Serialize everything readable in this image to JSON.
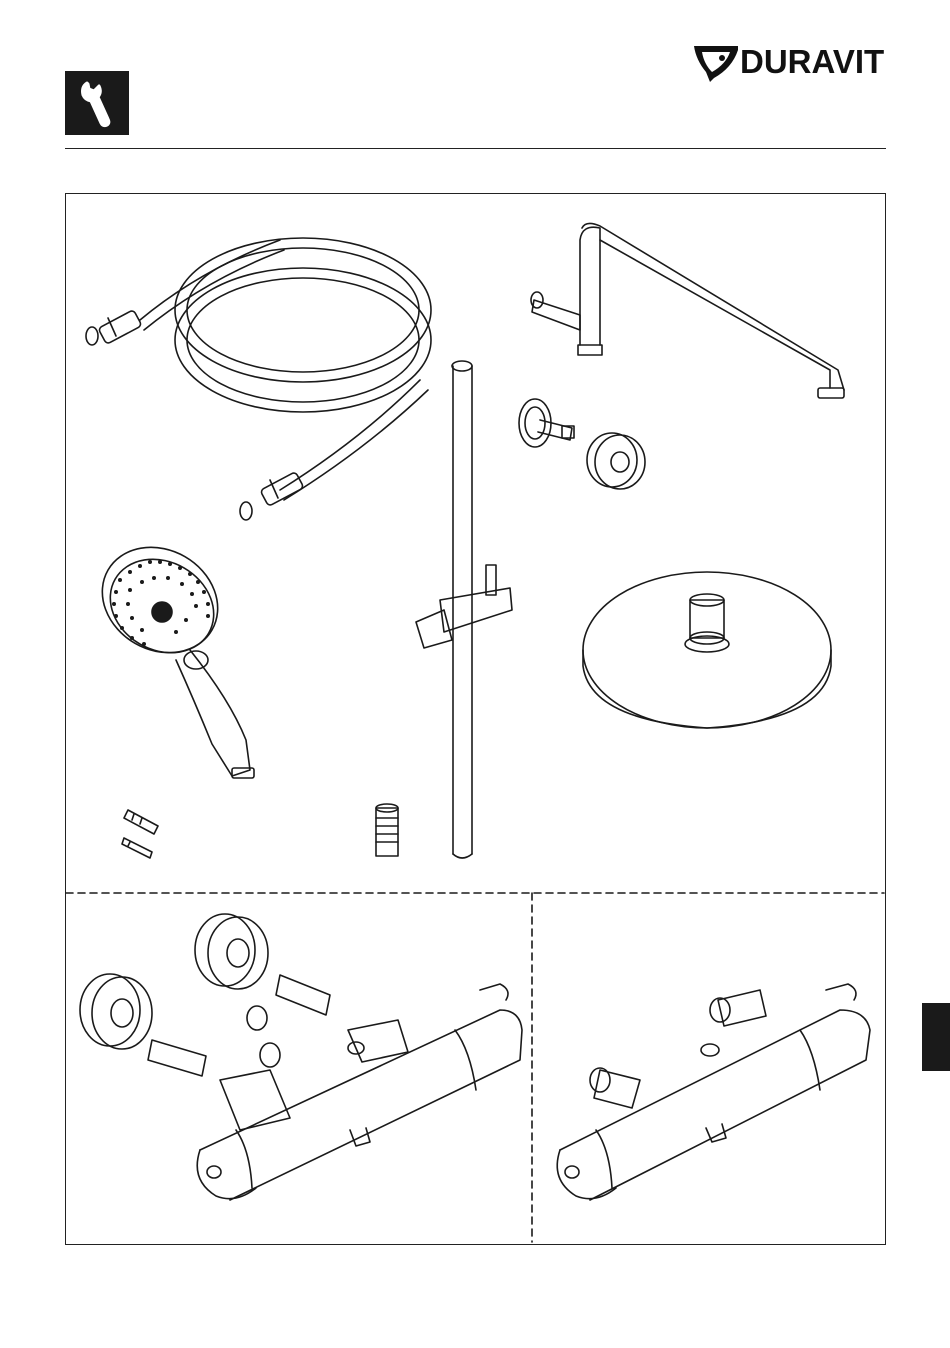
{
  "header": {
    "brand": "DURAVIT",
    "icon": "wrench-icon"
  },
  "parts": [
    {
      "id": "shower-hose",
      "icon": "hose-icon"
    },
    {
      "id": "shower-arm",
      "icon": "shower-arm-icon"
    },
    {
      "id": "wall-bracket",
      "icon": "bracket-icon"
    },
    {
      "id": "cover-rosette",
      "icon": "rosette-icon"
    },
    {
      "id": "slide-rail",
      "icon": "rail-icon"
    },
    {
      "id": "hand-shower",
      "icon": "hand-shower-icon"
    },
    {
      "id": "overhead-shower",
      "icon": "overhead-shower-icon"
    },
    {
      "id": "wall-plugs-screws",
      "icon": "screw-icon"
    },
    {
      "id": "hose-adapter",
      "icon": "adapter-icon"
    },
    {
      "id": "thermostat-mixer-with-eccentrics",
      "icon": "mixer-icon"
    },
    {
      "id": "thermostat-mixer",
      "icon": "mixer-icon"
    }
  ],
  "colors": {
    "ink": "#1a1a1a",
    "paper": "#ffffff"
  }
}
